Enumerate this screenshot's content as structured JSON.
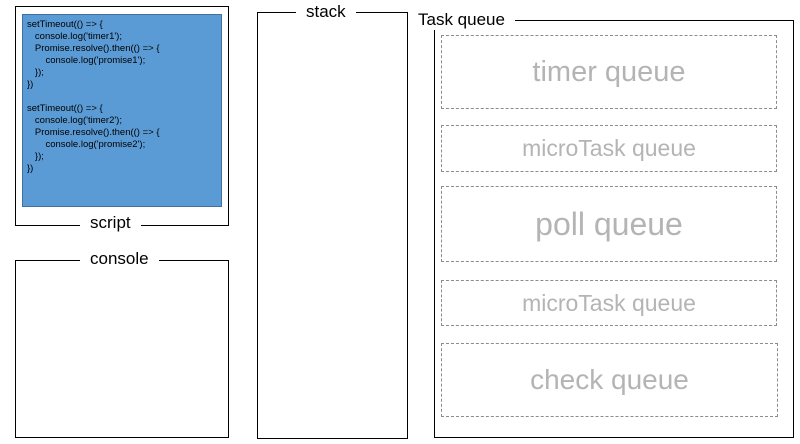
{
  "script_panel": {
    "label": "script",
    "code_lines": [
      "setTimeout(() => {",
      "   console.log('timer1');",
      "   Promise.resolve().then(() => {",
      "       console.log('promise1');",
      "   });",
      "})",
      "",
      "setTimeout(() => {",
      "   console.log('timer2');",
      "   Promise.resolve().then(() => {",
      "       console.log('promise2');",
      "   });",
      "})"
    ]
  },
  "console_panel": {
    "label": "console"
  },
  "stack_panel": {
    "label": "stack"
  },
  "task_queue_panel": {
    "label": "Task queue",
    "queues": [
      {
        "label": "timer queue"
      },
      {
        "label": "microTask queue"
      },
      {
        "label": "poll queue"
      },
      {
        "label": "microTask queue"
      },
      {
        "label": "check queue"
      }
    ]
  },
  "colors": {
    "code_background": "#5b9bd5",
    "queue_text": "#b4b4b4",
    "queue_border": "#8c8c8c"
  }
}
